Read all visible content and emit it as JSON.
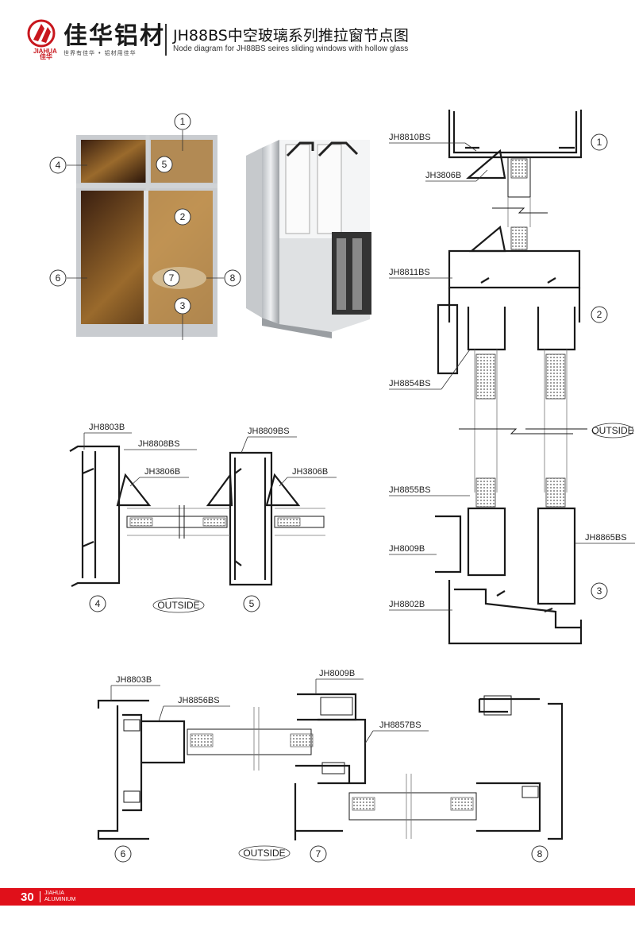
{
  "header": {
    "brand_cn": "佳华铝材",
    "brand_en": "JIAHUA",
    "brand_en2": "佳华",
    "slogan": "世界有佳华 • 铝材用佳华",
    "title_cn": "JH88BS中空玻璃系列推拉窗节点图",
    "title_en": "Node diagram for JH88BS seires sliding windows with hollow glass",
    "brand_color": "#c8171e"
  },
  "window_callouts": [
    "1",
    "2",
    "3",
    "4",
    "5",
    "6",
    "7",
    "8"
  ],
  "section_right": {
    "labels": [
      "JH8810BS",
      "JH3806B",
      "JH8811BS",
      "JH8854BS",
      "JH8855BS",
      "JH8009B",
      "JH8865BS",
      "JH8802B"
    ],
    "outside": "OUTSIDE",
    "numbers": [
      "1",
      "2",
      "3"
    ]
  },
  "section_left": {
    "labels": [
      "JH8803B",
      "JH8808BS",
      "JH3806B",
      "JH8809BS",
      "JH3806B"
    ],
    "outside": "OUTSIDE",
    "numbers": [
      "4",
      "5"
    ]
  },
  "section_bottom": {
    "labels": [
      "JH8803B",
      "JH8856BS",
      "JH8009B",
      "JH8857BS"
    ],
    "outside": "OUTSIDE",
    "numbers": [
      "6",
      "7",
      "8"
    ]
  },
  "footer": {
    "page": "30",
    "brand_line1": "JIAHUA",
    "brand_line2": "ALUMINIUM"
  }
}
